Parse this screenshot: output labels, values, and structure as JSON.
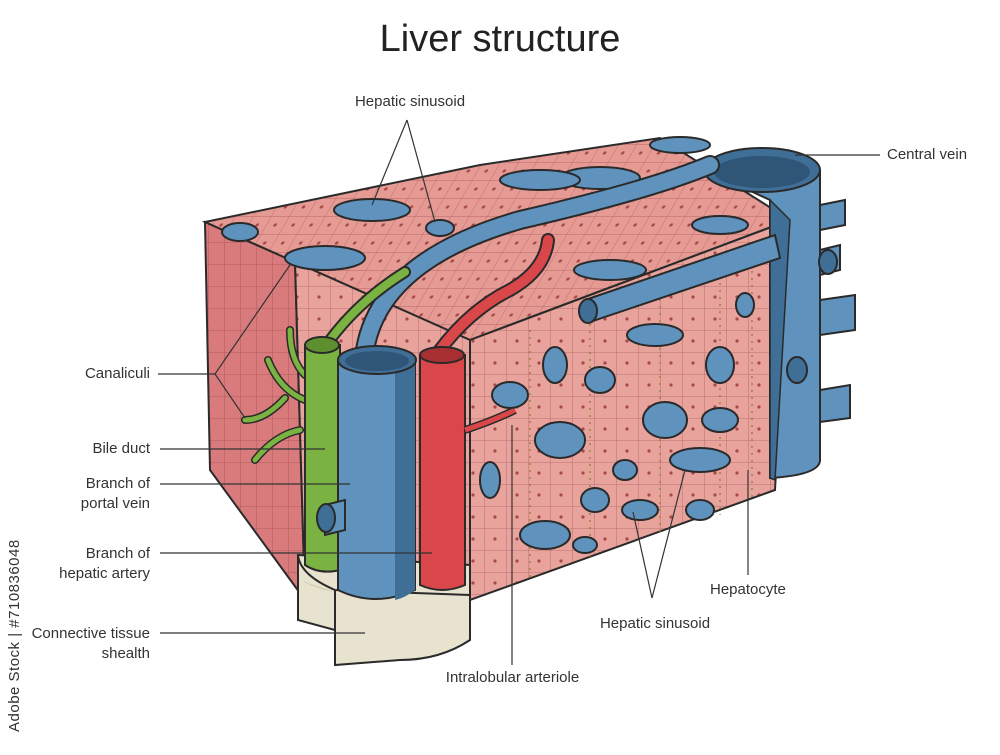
{
  "title": "Liver structure",
  "labels": {
    "hepatic_sinusoid_top": "Hepatic sinusoid",
    "central_vein": "Central vein",
    "canaliculi": "Canaliculi",
    "bile_duct": "Bile duct",
    "portal_vein_1": "Branch of",
    "portal_vein_2": "portal vein",
    "hepatic_artery_1": "Branch of",
    "hepatic_artery_2": "hepatic artery",
    "connective_1": "Connective tissue",
    "connective_2": "shealth",
    "intralobular_arteriole": "Intralobular arteriole",
    "hepatic_sinusoid_bottom": "Hepatic sinusoid",
    "hepatocyte": "Hepatocyte"
  },
  "watermark": "Adobe Stock | #710836048",
  "colors": {
    "tissue_top": "#e59a93",
    "tissue_left": "#d9787a",
    "tissue_front": "#e8a39c",
    "grid_line": "#a85555",
    "portal_vein": "#5f93bd",
    "portal_vein_dark": "#3f6f97",
    "hepatic_artery": "#d9474a",
    "bile_duct": "#7bb342",
    "connective_tissue": "#e8e3cf",
    "outline": "#2a2a2a"
  }
}
